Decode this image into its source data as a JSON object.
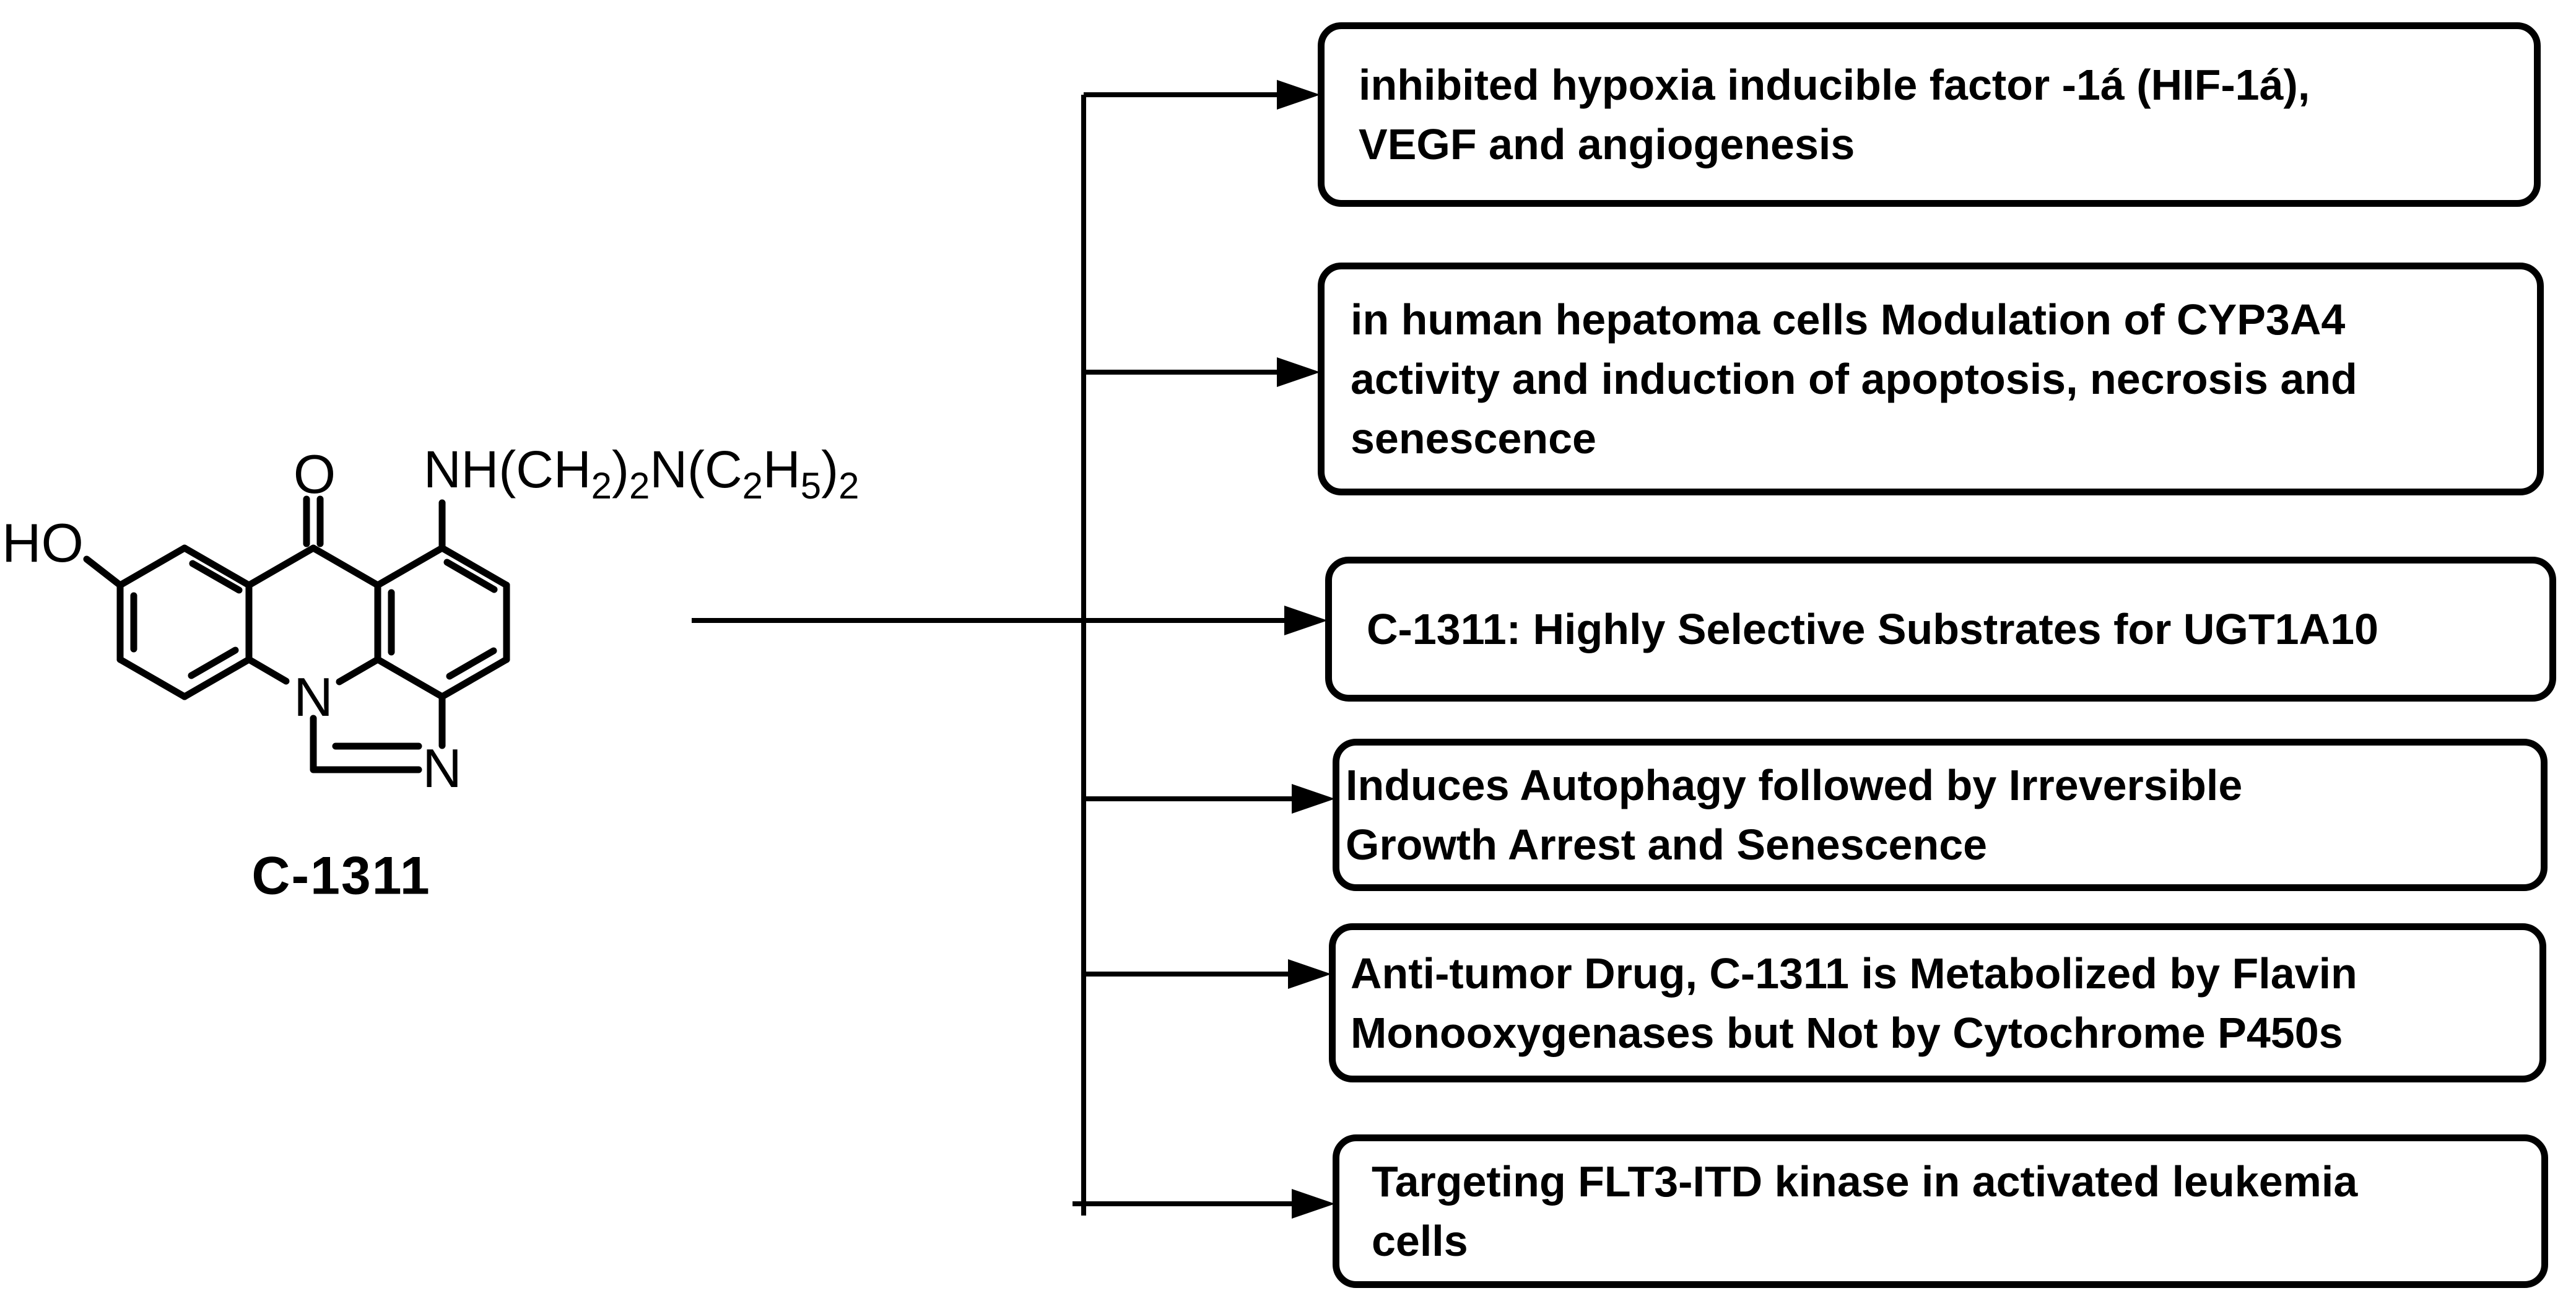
{
  "figure": {
    "compound_label": "C-1311",
    "atom_labels": {
      "hydroxyl": "HO",
      "ketone_oxygen": "O",
      "ring_nitrogen": "N",
      "imidazole_nitrogen": "N"
    },
    "side_chain_parts": [
      "NH(CH",
      "2",
      ")",
      "2",
      "N(C",
      "2",
      "H",
      "5",
      ")",
      "2"
    ],
    "boxes": [
      {
        "id": "hif",
        "lines": [
          "inhibited hypoxia inducible factor -1á (HIF-1á),",
          "VEGF and angiogenesis"
        ]
      },
      {
        "id": "cyp3a4",
        "lines": [
          "in human hepatoma cells Modulation of CYP3A4",
          "activity and induction of apoptosis, necrosis and",
          "senescence"
        ]
      },
      {
        "id": "ugt1a10",
        "lines": [
          "C-1311: Highly Selective Substrates for UGT1A10"
        ]
      },
      {
        "id": "autophagy",
        "lines": [
          "Induces Autophagy followed by Irreversible",
          "Growth Arrest and Senescence"
        ]
      },
      {
        "id": "fmo",
        "lines": [
          "Anti-tumor Drug, C-1311 is Metabolized by Flavin",
          "Monooxygenases but Not by Cytochrome P450s"
        ]
      },
      {
        "id": "flt3",
        "lines": [
          "Targeting FLT3-ITD kinase in activated leukemia",
          "cells"
        ]
      }
    ],
    "colors": {
      "ink": "#000000",
      "background": "#ffffff"
    }
  }
}
